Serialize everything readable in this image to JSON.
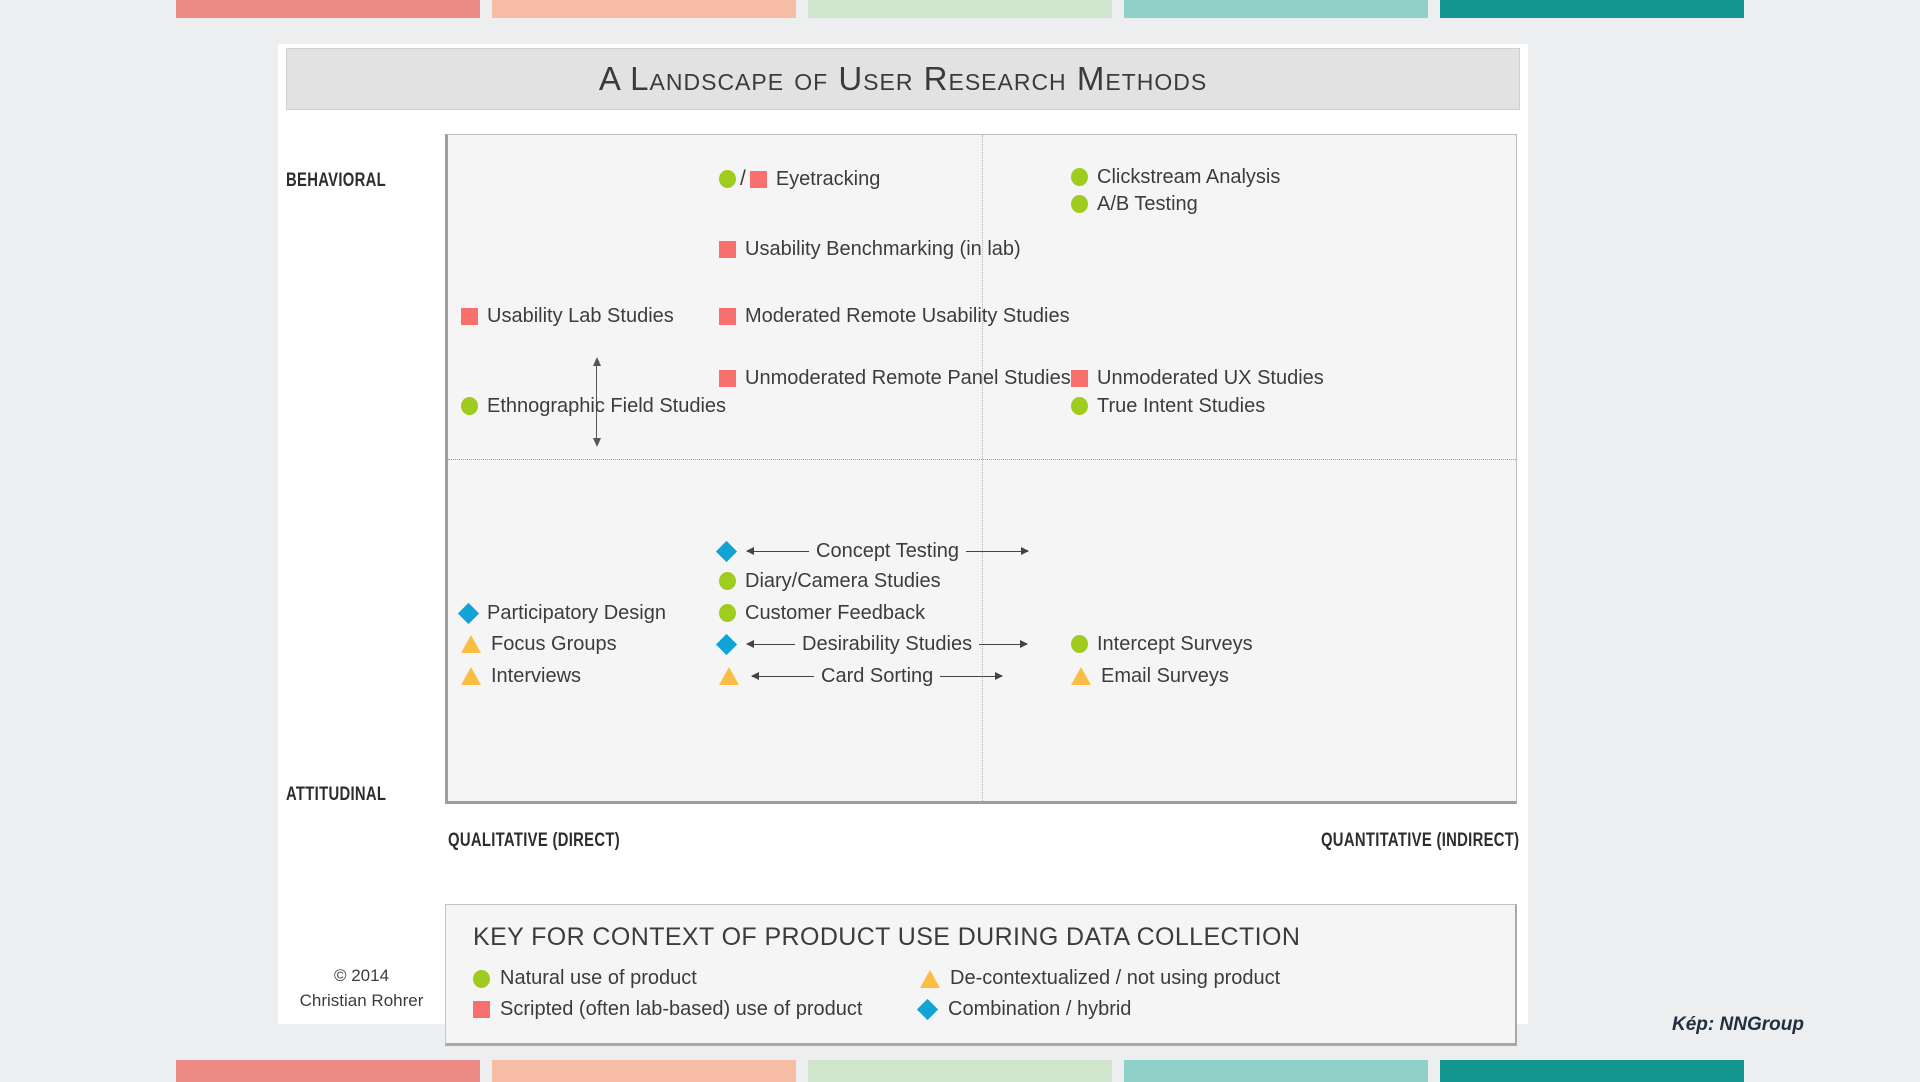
{
  "strips": {
    "top_colors": [
      "#eb8b84",
      "#f8bda6",
      "#cfe6cd",
      "#8fd0c9",
      "#13968f"
    ],
    "bottom_colors": [
      "#eb8b84",
      "#f8bda6",
      "#cfe6cd",
      "#8fd0c9",
      "#13968f"
    ]
  },
  "header": {
    "title": "A Landscape of User Research Methods"
  },
  "axes": {
    "y_top": "BEHAVIORAL",
    "y_bottom": "ATTITUDINAL",
    "x_left": "QUALITATIVE (DIRECT)",
    "x_right": "QUANTITATIVE (INDIRECT)"
  },
  "marker_colors": {
    "natural": "#a0cb1f",
    "scripted": "#f7706e",
    "decontextualized": "#fbbe45",
    "combination": "#12a3d6"
  },
  "methods": [
    {
      "label": "Eyetracking",
      "markers": [
        "circle",
        "square"
      ],
      "combo": true
    },
    {
      "label": "Clickstream Analysis",
      "markers": [
        "circle"
      ]
    },
    {
      "label": "A/B Testing",
      "markers": [
        "circle"
      ]
    },
    {
      "label": "Usability Benchmarking (in lab)",
      "markers": [
        "square"
      ]
    },
    {
      "label": "Usability Lab Studies",
      "markers": [
        "square"
      ]
    },
    {
      "label": "Moderated Remote Usability Studies",
      "markers": [
        "square"
      ]
    },
    {
      "label": "Unmoderated Remote Panel Studies",
      "markers": [
        "square"
      ]
    },
    {
      "label": "Unmoderated UX Studies",
      "markers": [
        "square"
      ]
    },
    {
      "label": "Ethnographic Field Studies",
      "markers": [
        "circle"
      ]
    },
    {
      "label": "True Intent Studies",
      "markers": [
        "circle"
      ]
    },
    {
      "label": "Concept Testing",
      "markers": [
        "diamond"
      ],
      "arrows": "horizontal"
    },
    {
      "label": "Diary/Camera Studies",
      "markers": [
        "circle"
      ]
    },
    {
      "label": "Participatory Design",
      "markers": [
        "diamond"
      ]
    },
    {
      "label": "Customer Feedback",
      "markers": [
        "circle"
      ]
    },
    {
      "label": "Focus Groups",
      "markers": [
        "triangle"
      ]
    },
    {
      "label": "Desirability Studies",
      "markers": [
        "diamond"
      ],
      "arrows": "horizontal"
    },
    {
      "label": "Intercept Surveys",
      "markers": [
        "circle"
      ]
    },
    {
      "label": "Interviews",
      "markers": [
        "triangle"
      ]
    },
    {
      "label": "Card Sorting",
      "markers": [
        "triangle"
      ],
      "arrows": "horizontal"
    },
    {
      "label": "Email Surveys",
      "markers": [
        "triangle"
      ]
    }
  ],
  "key": {
    "title": "KEY FOR CONTEXT OF PRODUCT USE DURING DATA COLLECTION",
    "items": [
      {
        "marker": "circle",
        "label": "Natural use of product"
      },
      {
        "marker": "triangle",
        "label": "De-contextualized / not using product"
      },
      {
        "marker": "square",
        "label": "Scripted (often lab-based) use of product"
      },
      {
        "marker": "diamond",
        "label": "Combination / hybrid"
      }
    ]
  },
  "copyright": {
    "line1": "© 2014",
    "line2": "Christian Rohrer"
  },
  "caption": "Kép: NNGroup"
}
